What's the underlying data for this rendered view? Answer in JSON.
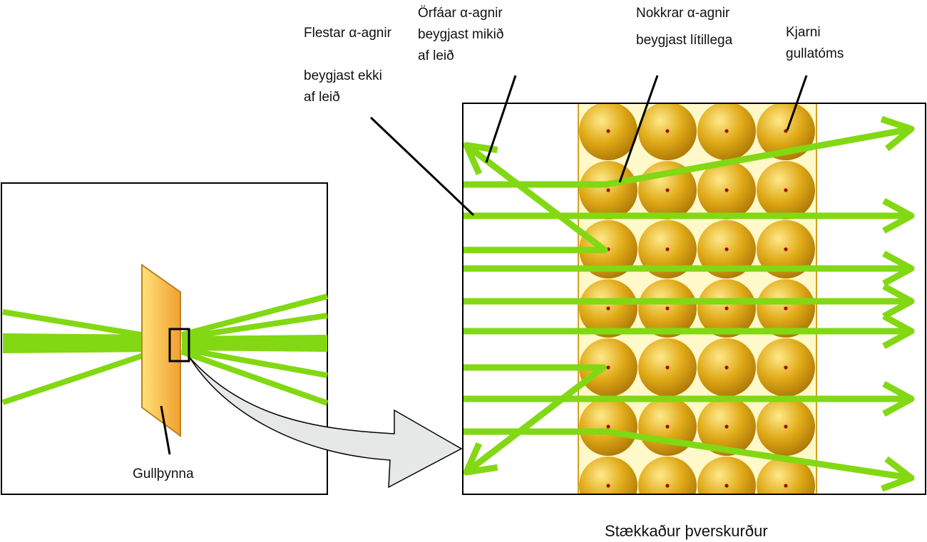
{
  "labels": {
    "most": {
      "line1": "Flestar α-agnir",
      "line2": "beygjast ekki",
      "line3": "af leið"
    },
    "few": {
      "line1": "Örfáar α-agnir",
      "line2": "beygjast mikið",
      "line3": "af leið"
    },
    "some": {
      "line1": "Nokkrar α-agnir",
      "line2": "beygjast lítillega"
    },
    "nucleus": {
      "line1": "Kjarni",
      "line2": "gullatóms"
    },
    "foil": "Gullþynna",
    "caption": "Stækkaður þverskurður"
  },
  "colors": {
    "beam": "#82d812",
    "atom": "#e0aa18",
    "atom_highlight": "#ffe98a",
    "nucleus_dot": "#a01010",
    "foil_light": "#ffe27a",
    "foil_dark": "#f0a030",
    "foil_edge": "#c08020",
    "atom_band": "#fff8c8",
    "arrow_fill": "#e6e8e7",
    "frame": "#000000"
  },
  "atom_grid": {
    "rows": 7,
    "columns": 4
  }
}
